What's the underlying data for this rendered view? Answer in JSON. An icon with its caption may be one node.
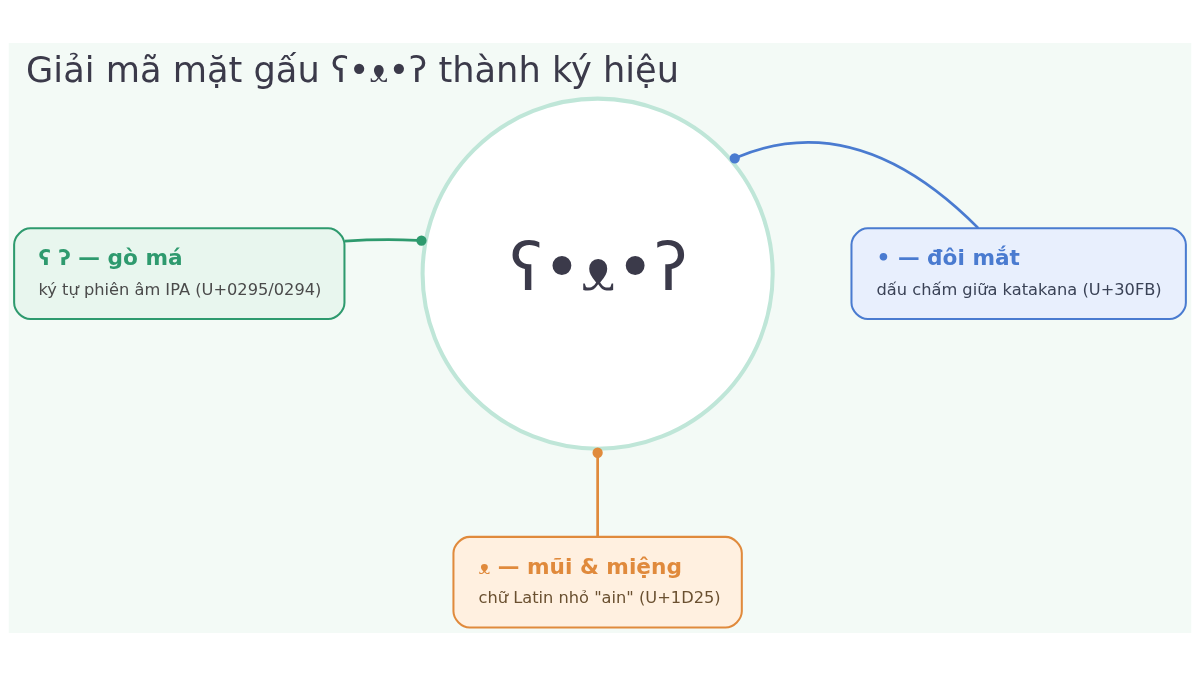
{
  "diagram": {
    "title": "Giải mã mặt gấu ʕ•ᴥ•ʔ thành ký hiệu",
    "nodes": [
      {
        "text": [
          "ʕ ʔ — gò má",
          "ký tự phiên âm IPA (U+0295/0294)"
        ]
      },
      {
        "text": [
          "• — đôi mắt",
          "dấu chấm giữa katakana (U+30FB)"
        ]
      },
      {
        "text": [
          "ʕ•ᴥ•ʔ"
        ]
      },
      {
        "text": [
          "ᴥ — mũi & miệng",
          "chữ Latin nhỏ \"ain\" (U+1D25)"
        ]
      }
    ],
    "edges": [
      {
        "from": 0,
        "to": 2,
        "arrow": "other",
        "color": "#2e9a6e"
      },
      {
        "from": 1,
        "to": 2,
        "arrow": "other",
        "color": "#4a7bd0"
      },
      {
        "from": 3,
        "to": 2,
        "arrow": "other",
        "color": "#e08a3c"
      }
    ]
  }
}
